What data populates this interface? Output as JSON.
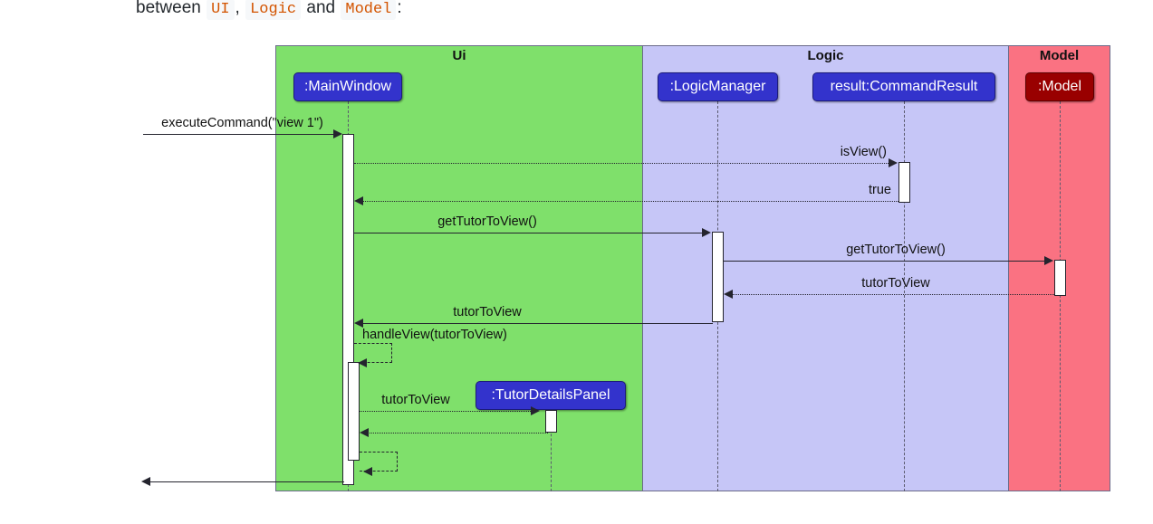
{
  "prose": {
    "before": "between ",
    "code1": "UI",
    "sep1": ",",
    "code2": "Logic",
    "mid": "and",
    "code3": "Model",
    "after": ":"
  },
  "colors": {
    "ui_partition": "#7FE06B",
    "logic_partition": "#C6C6F7",
    "model_partition": "#FA7282",
    "participant_blue": "#3333CC",
    "participant_darkred": "#990000",
    "line": "#24242e",
    "frame_border": "#6b6b8a"
  },
  "diagram": {
    "type": "uml-sequence-diagram",
    "partitions": [
      {
        "name": "Ui",
        "label": "Ui",
        "color": "#7FE06B"
      },
      {
        "name": "Logic",
        "label": "Logic",
        "color": "#C6C6F7"
      },
      {
        "name": "Model",
        "label": "Model",
        "color": "#FA7282"
      }
    ],
    "participants": [
      {
        "id": "mainwindow",
        "label": ":MainWindow",
        "partition": "Ui",
        "style": "blue"
      },
      {
        "id": "tutordetailspanel",
        "label": ":TutorDetailsPanel",
        "partition": "Ui",
        "style": "blue"
      },
      {
        "id": "logicmanager",
        "label": ":LogicManager",
        "partition": "Logic",
        "style": "blue"
      },
      {
        "id": "commandresult",
        "label": "result:CommandResult",
        "partition": "Logic",
        "style": "blue"
      },
      {
        "id": "model",
        "label": ":Model",
        "partition": "Model",
        "style": "darkred"
      }
    ],
    "messages": [
      {
        "seq": 1,
        "label": "executeCommand(\"view 1\")",
        "from": "external",
        "to": "mainwindow",
        "line": "solid",
        "direction": "right"
      },
      {
        "seq": 2,
        "label": "isView()",
        "from": "mainwindow",
        "to": "commandresult",
        "line": "dotted",
        "direction": "right"
      },
      {
        "seq": 3,
        "label": "true",
        "from": "commandresult",
        "to": "mainwindow",
        "line": "dotted",
        "direction": "left"
      },
      {
        "seq": 4,
        "label": "getTutorToView()",
        "from": "mainwindow",
        "to": "logicmanager",
        "line": "solid",
        "direction": "right"
      },
      {
        "seq": 5,
        "label": "getTutorToView()",
        "from": "logicmanager",
        "to": "model",
        "line": "solid",
        "direction": "right"
      },
      {
        "seq": 6,
        "label": "tutorToView",
        "from": "model",
        "to": "logicmanager",
        "line": "dotted",
        "direction": "left"
      },
      {
        "seq": 7,
        "label": "tutorToView",
        "from": "logicmanager",
        "to": "mainwindow",
        "line": "solid",
        "direction": "left"
      },
      {
        "seq": 8,
        "label": "handleView(tutorToView)",
        "from": "mainwindow",
        "to": "mainwindow",
        "line": "dotted",
        "direction": "self"
      },
      {
        "seq": 9,
        "label": "tutorToView",
        "from": "mainwindow",
        "to": "tutordetailspanel",
        "line": "dotted",
        "direction": "right"
      },
      {
        "seq": 10,
        "label": "",
        "from": "tutordetailspanel",
        "to": "mainwindow",
        "line": "dotted",
        "direction": "left"
      },
      {
        "seq": 11,
        "label": "",
        "from": "mainwindow",
        "to": "mainwindow",
        "line": "dotted",
        "direction": "self"
      },
      {
        "seq": 12,
        "label": "",
        "from": "mainwindow",
        "to": "external",
        "line": "solid",
        "direction": "left"
      }
    ]
  }
}
